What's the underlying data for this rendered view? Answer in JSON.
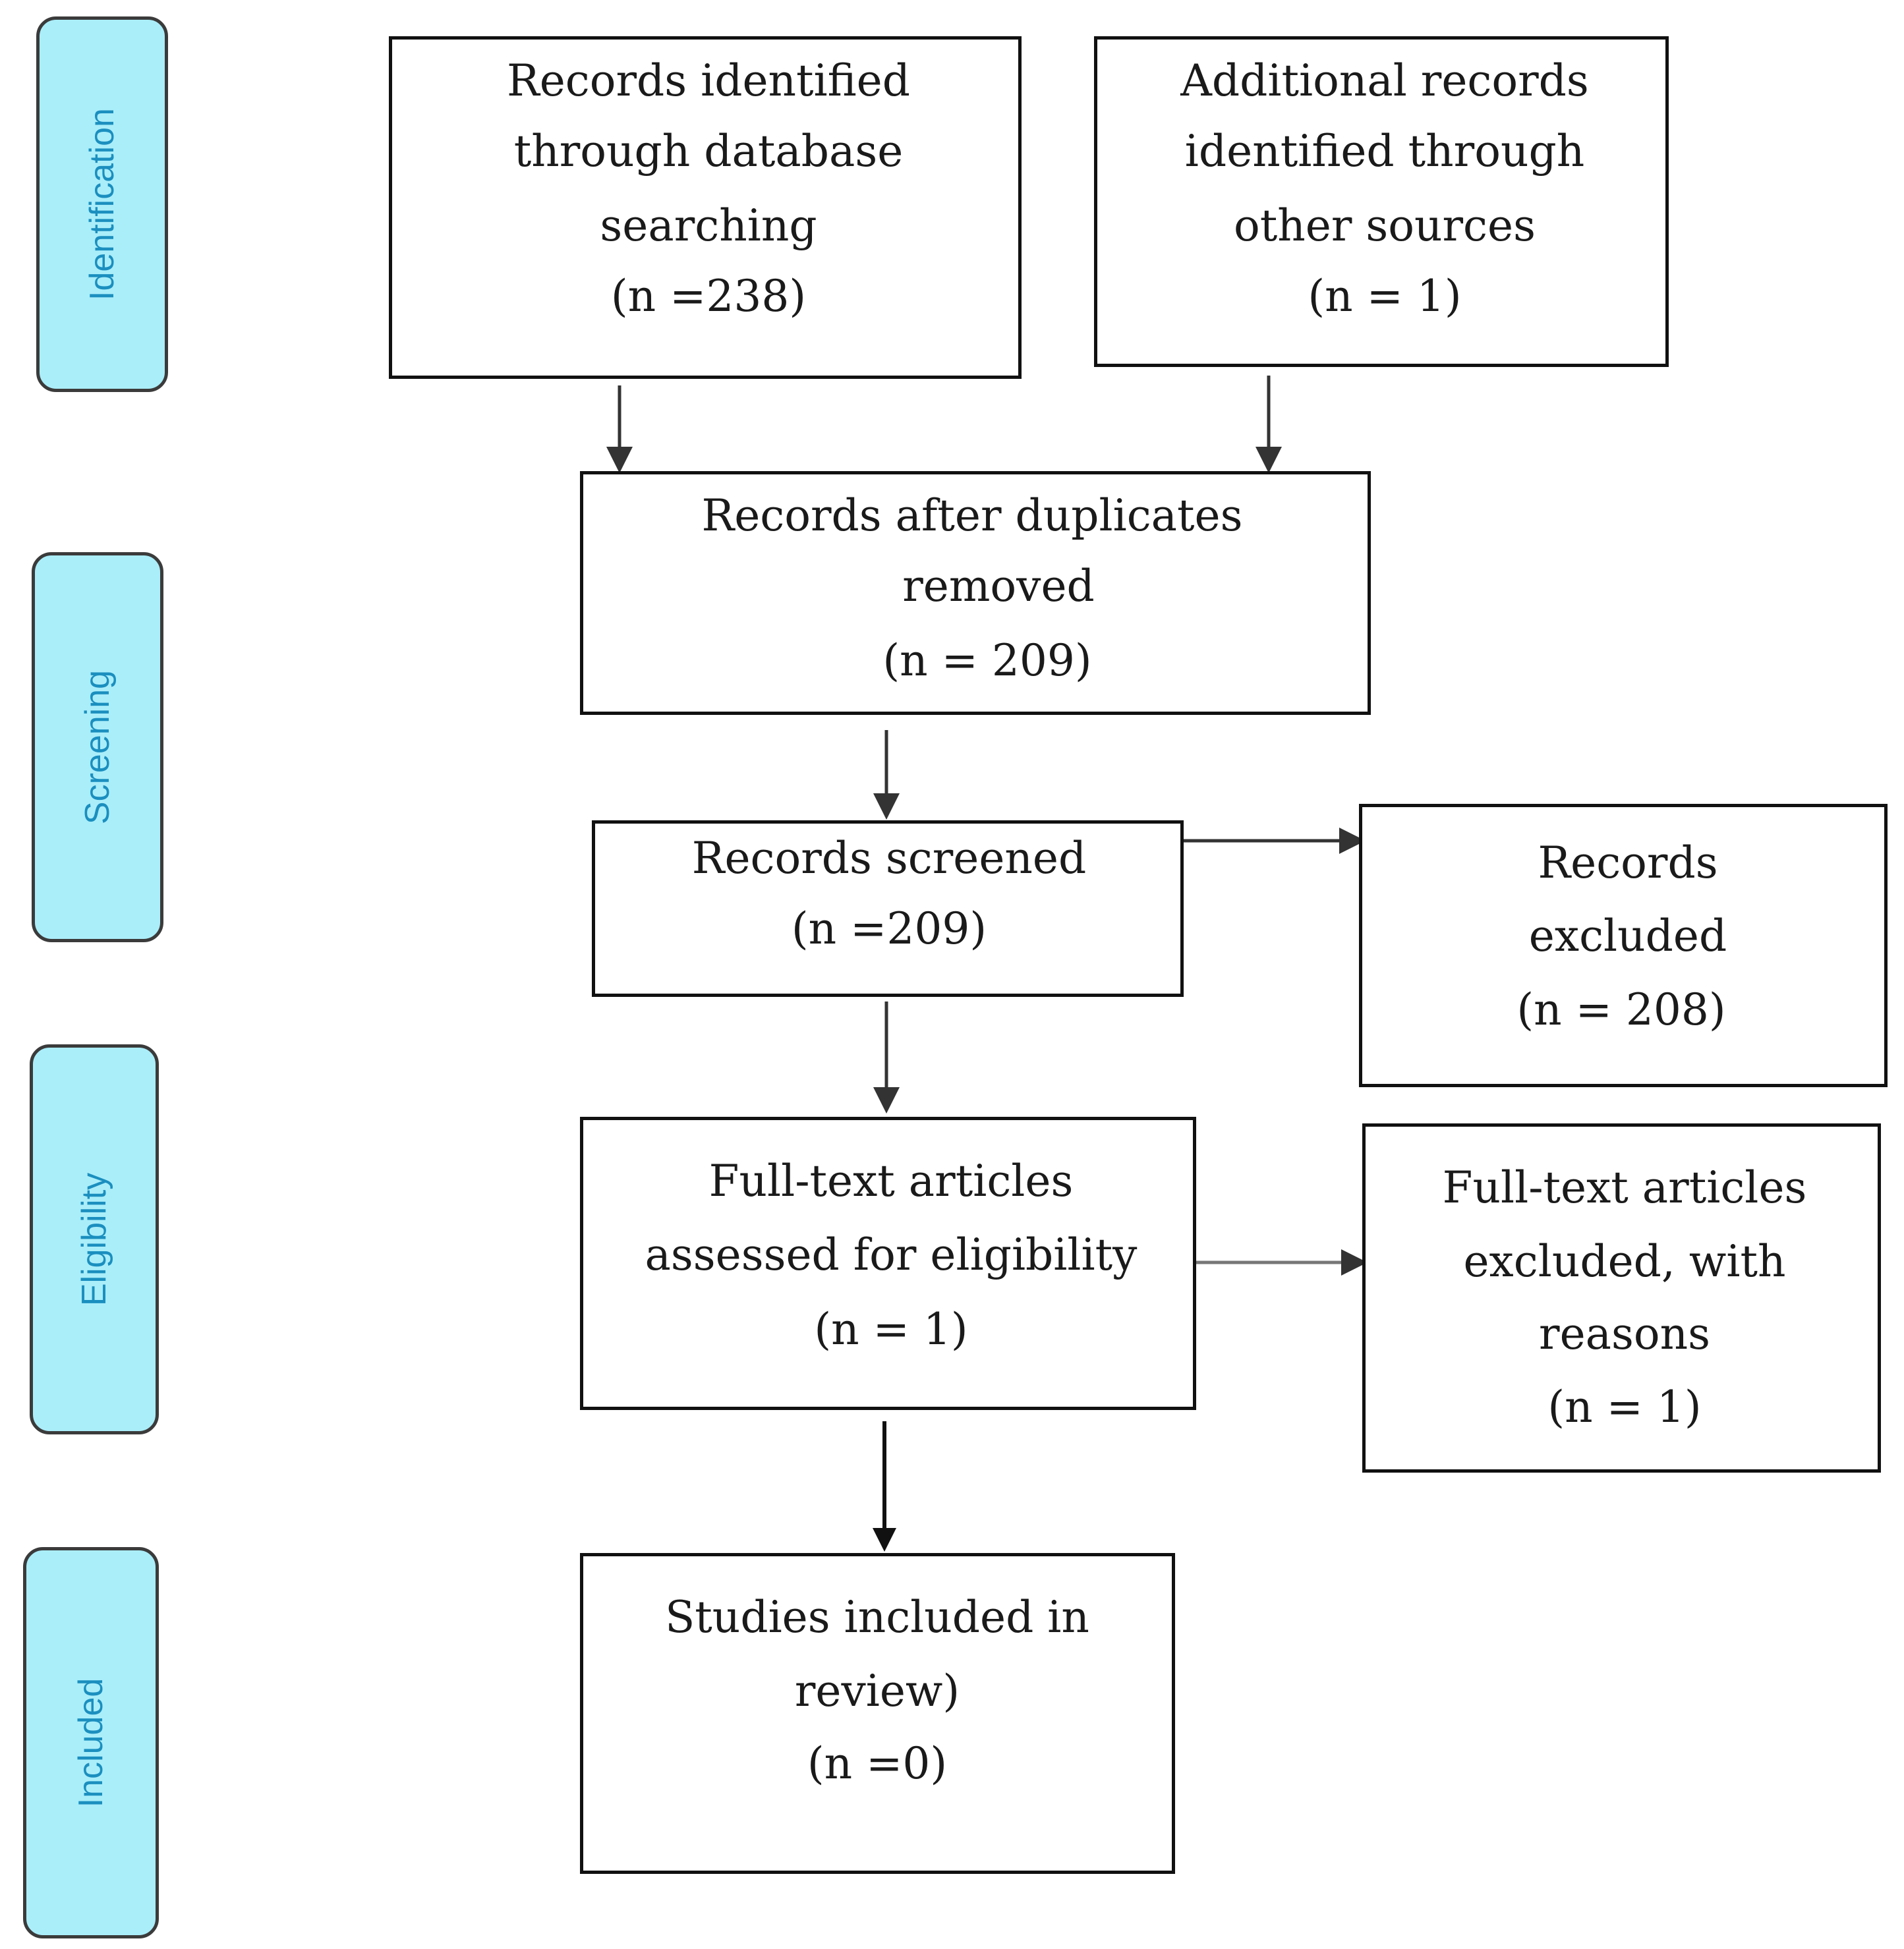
{
  "stages": {
    "identification": "Identification",
    "screening": "Screening",
    "eligibility": "Eligibility",
    "included": "Included"
  },
  "boxes": {
    "database_records": {
      "lines": [
        "Records identified",
        "through  database",
        "searching",
        "(n =238)"
      ]
    },
    "other_sources": {
      "lines": [
        "Additional records",
        "identified  through",
        "other sources",
        "(n = 1)"
      ]
    },
    "after_duplicates": {
      "lines": [
        "Records after duplicates",
        "removed",
        "(n = 209)"
      ]
    },
    "screened": {
      "lines": [
        "Records screened",
        "(n =209)"
      ]
    },
    "excluded": {
      "lines": [
        "Records",
        "excluded",
        "(n = 208)"
      ]
    },
    "full_text_assessed": {
      "lines": [
        "Full-text articles",
        "assessed  for eligibility",
        "(n = 1)"
      ]
    },
    "full_text_excluded": {
      "lines": [
        "Full-text articles",
        "excluded,  with",
        "reasons",
        "(n = 1)"
      ]
    },
    "included_studies": {
      "lines": [
        "Studies included in",
        "review)",
        "(n =0)"
      ]
    }
  },
  "colors": {
    "stage_fill": "#aaeefa",
    "stage_text": "#1b8fbf",
    "box_border": "#111111",
    "arrow": "#333333"
  }
}
